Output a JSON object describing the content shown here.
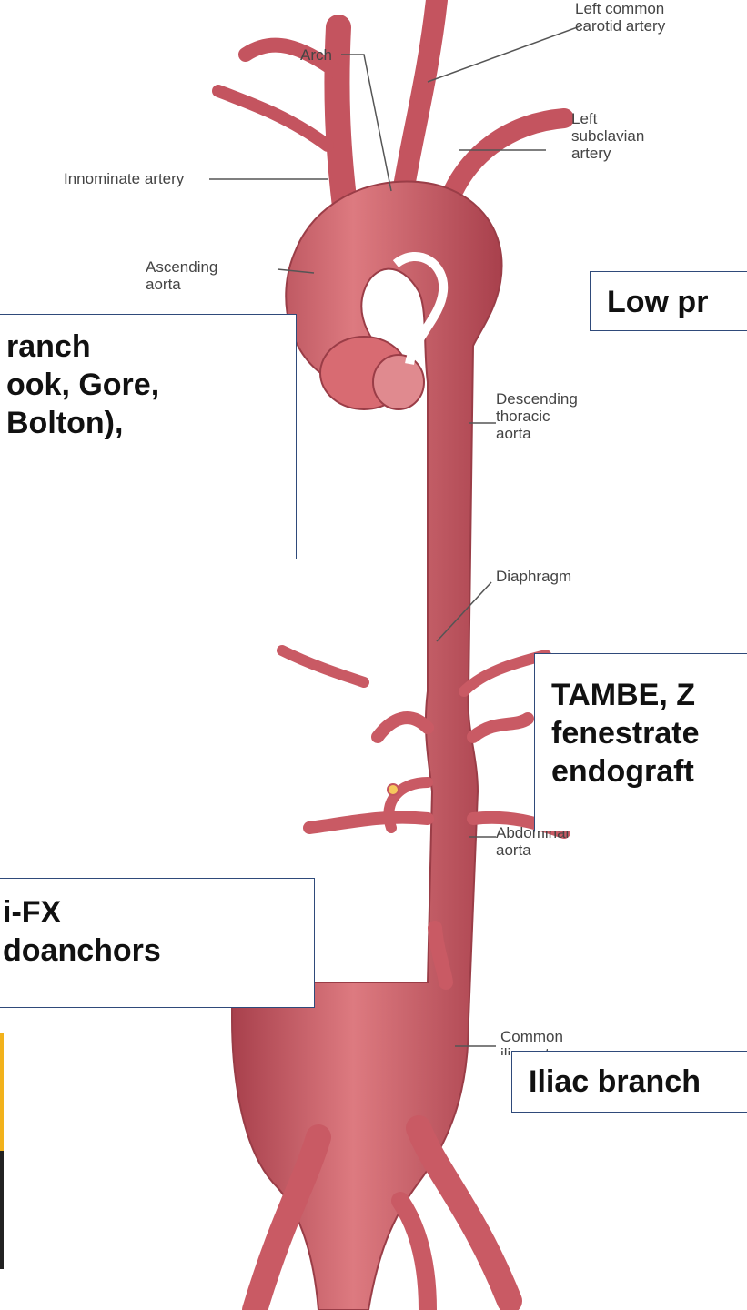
{
  "anatomy_labels": {
    "left_common_carotid": [
      "Left common",
      "carotid artery"
    ],
    "arch": "Arch",
    "left_subclavian": [
      "Left",
      "subclavian",
      "artery"
    ],
    "innominate": "Innominate artery",
    "ascending_aorta": [
      "Ascending",
      "aorta"
    ],
    "descending_thoracic": [
      "Descending",
      "thoracic",
      "aorta"
    ],
    "diaphragm": "Diaphragm",
    "abdominal_aorta": [
      "Abdominal",
      "aorta"
    ],
    "common_iliac": [
      "Common",
      "iliac artery"
    ]
  },
  "callouts": {
    "arch_branch": [
      "ranch",
      "ook, Gore,",
      " Bolton),"
    ],
    "low_profile": [
      "Low pr"
    ],
    "tambe": [
      "TAMBE, Z",
      "fenestrate",
      "endograft"
    ],
    "fx": [
      "i-FX",
      "doanchors"
    ],
    "iliac_branch": [
      "Iliac branch"
    ]
  },
  "colors": {
    "vessel": "#cf5f68",
    "vessel_dark": "#a8404c",
    "vessel_light": "#eaa0a5",
    "callout_border": "#2f4a7a",
    "accent_strip": "#f2b21b"
  }
}
